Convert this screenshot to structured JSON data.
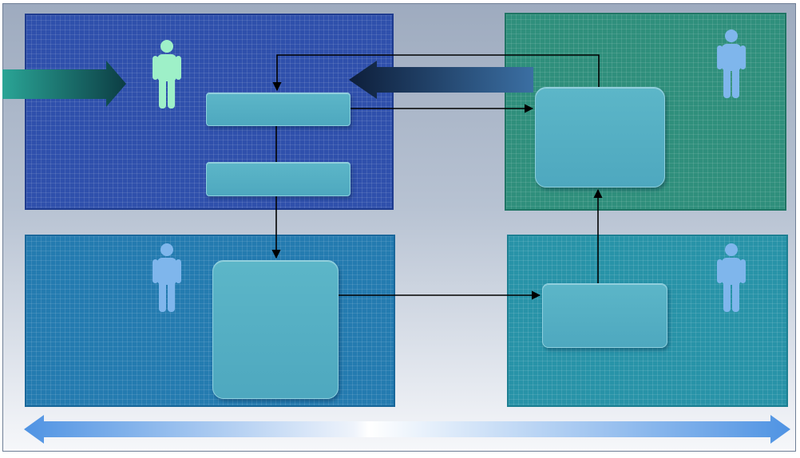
{
  "panels": [
    {
      "id": "top-left",
      "color": "#2f50ac"
    },
    {
      "id": "top-right",
      "color": "#2f8f7c"
    },
    {
      "id": "bottom-left",
      "color": "#247bb0"
    },
    {
      "id": "bottom-right",
      "color": "#2893a8"
    }
  ],
  "boxes": [
    {
      "id": "box-1",
      "label": ""
    },
    {
      "id": "box-2",
      "label": ""
    },
    {
      "id": "box-3",
      "label": ""
    },
    {
      "id": "box-4",
      "label": ""
    },
    {
      "id": "box-5",
      "label": ""
    }
  ],
  "actors": [
    {
      "id": "person-tl",
      "icon": "person-icon",
      "color": "#9ef0c8"
    },
    {
      "id": "person-tr",
      "icon": "person-icon",
      "color": "#7fb6ec"
    },
    {
      "id": "person-bl",
      "icon": "person-icon",
      "color": "#7fb6ec"
    },
    {
      "id": "person-br",
      "icon": "person-icon",
      "color": "#7fb6ec"
    }
  ],
  "colors": {
    "input_arrow": "#1f8f80",
    "feedback_arrow": "#2a5c8a",
    "timeline_arrow": "#5a9ee6",
    "connector": "#000000"
  }
}
